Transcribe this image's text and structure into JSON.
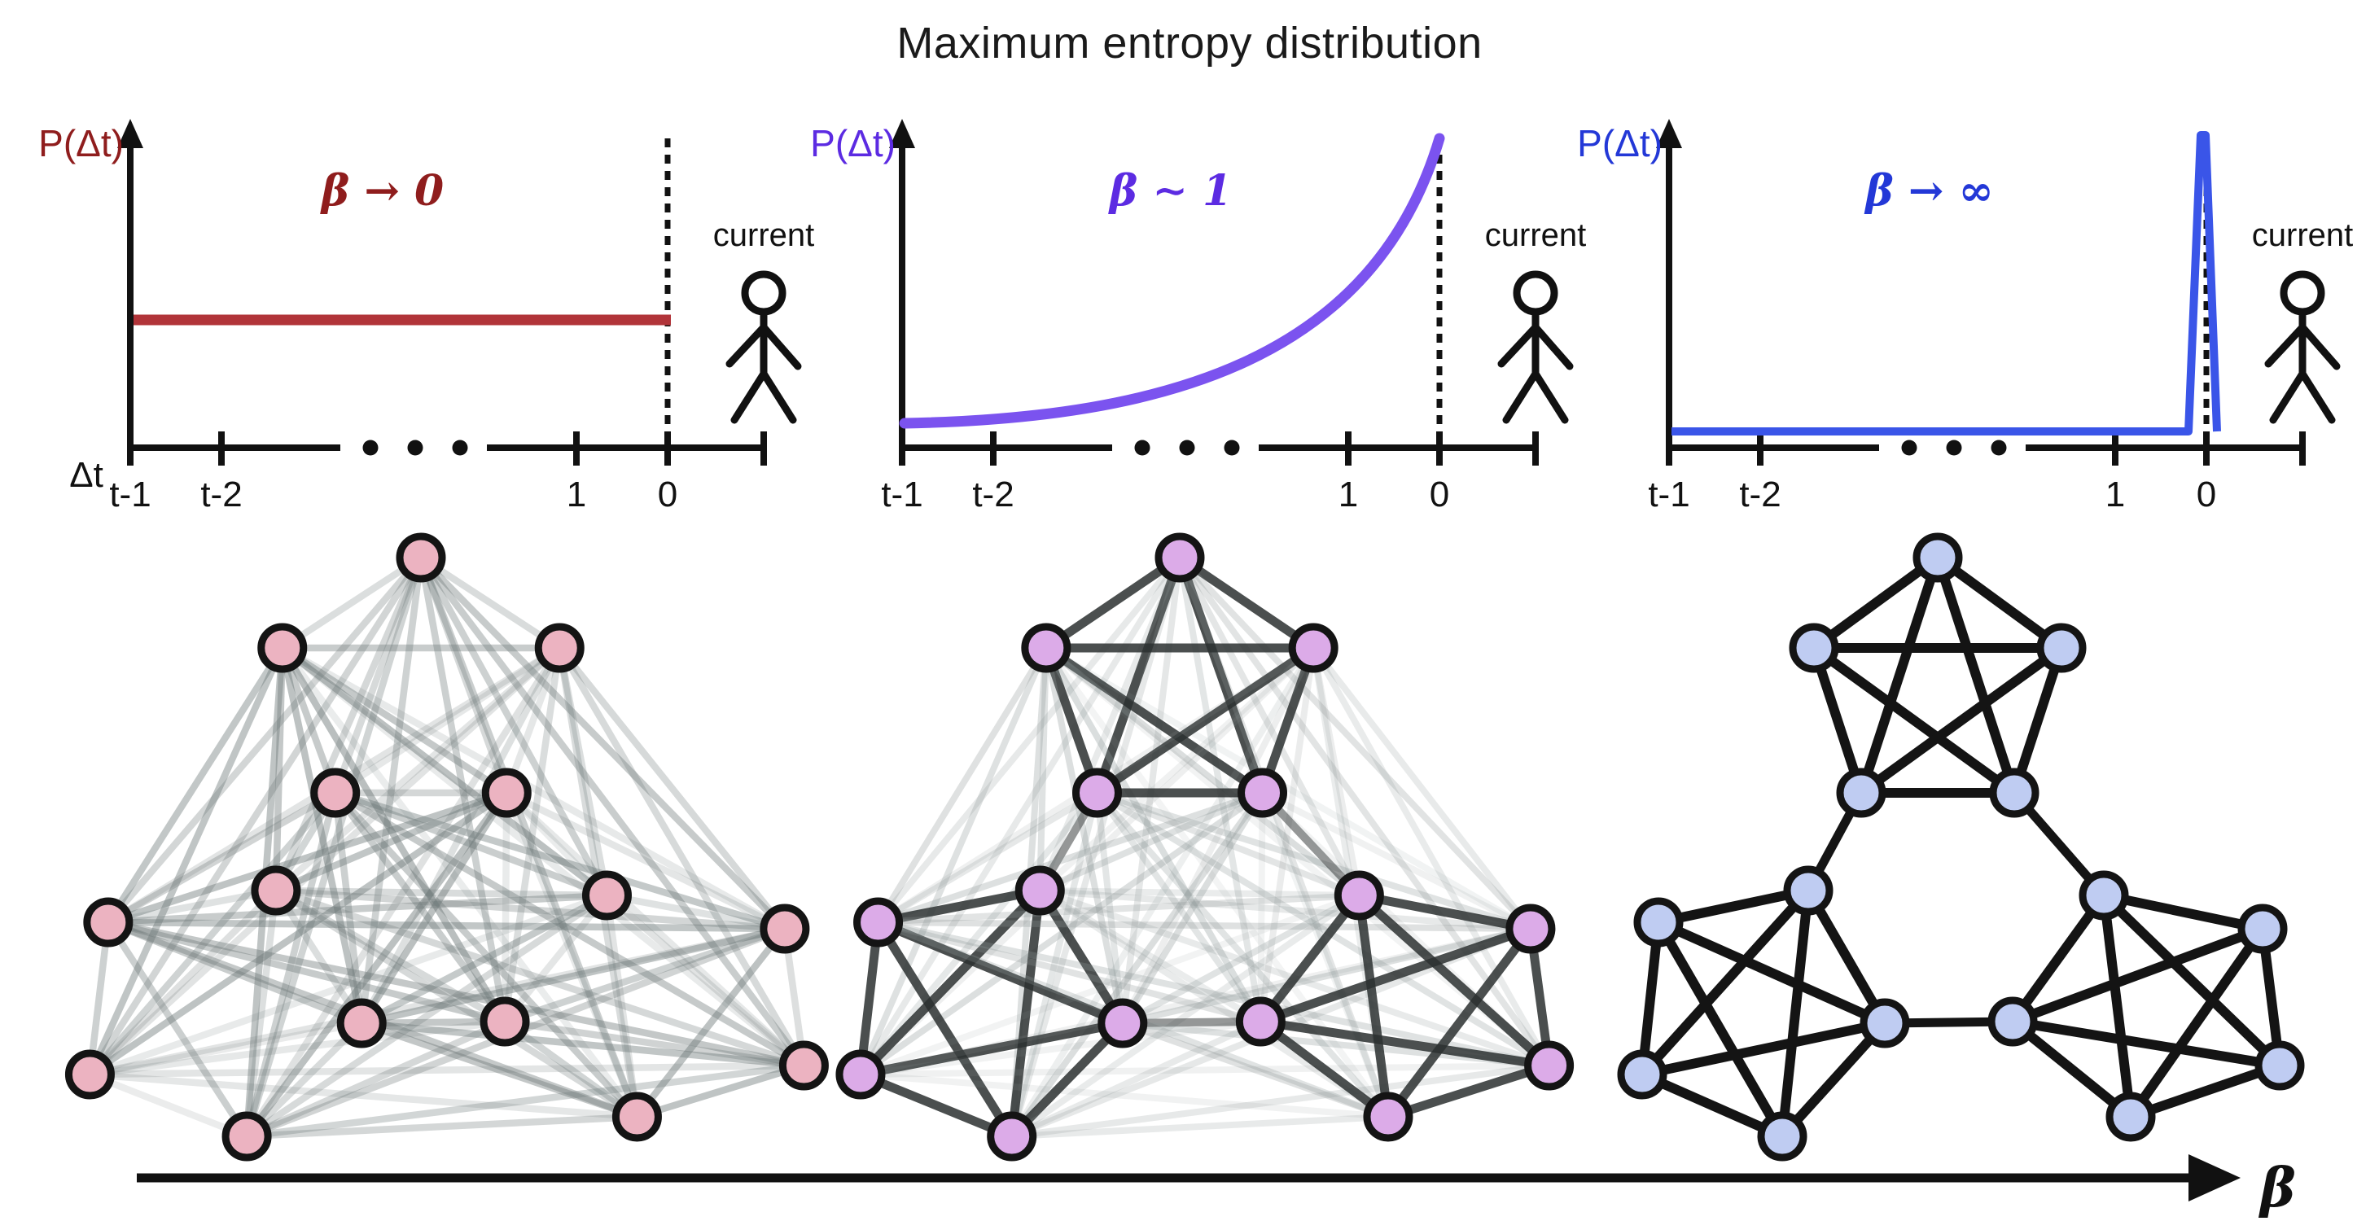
{
  "title": "Maximum entropy distribution",
  "bottom_axis": {
    "label": "β",
    "color": "#111111"
  },
  "panels": [
    {
      "id": "beta-to-0",
      "axis_label": "P(Δt)",
      "beta_label": "β → 0",
      "label_color": "#8f1d1d",
      "accent_color": "#b13439",
      "distribution": "uniform",
      "x_axis_label": "Δt",
      "tick_labels": [
        "t-1",
        "t-2",
        "1",
        "0"
      ],
      "current_label": "current",
      "network": {
        "node_color": "#ecb3c1",
        "edge_mode": "dense-uniform"
      }
    },
    {
      "id": "beta-near-1",
      "axis_label": "P(Δt)",
      "beta_label": "β ∼ 1",
      "label_color": "#5c2be2",
      "accent_color": "#7b53ef",
      "distribution": "exponential",
      "tick_labels": [
        "t-1",
        "t-2",
        "1",
        "0"
      ],
      "current_label": "current",
      "network": {
        "node_color": "#dcabe8",
        "edge_mode": "clustered-weighted"
      }
    },
    {
      "id": "beta-to-infinity",
      "axis_label": "P(Δt)",
      "beta_label": "β → ∞",
      "label_color": "#2338d7",
      "accent_color": "#3a55e8",
      "distribution": "delta",
      "tick_labels": [
        "t-1",
        "t-2",
        "1",
        "0"
      ],
      "current_label": "current",
      "network": {
        "node_color": "#bfccf2",
        "edge_mode": "clustered-only"
      }
    }
  ],
  "network_structure": {
    "clusters": 3,
    "nodes_per_cluster": 5,
    "total_nodes": 15,
    "connector_pairs": [
      [
        3,
        5
      ],
      [
        4,
        10
      ],
      [
        9,
        11
      ]
    ],
    "edge_color_strong": "#141414",
    "edge_color_medium": "#2c3030",
    "edge_color_faint": "#8c9696"
  }
}
